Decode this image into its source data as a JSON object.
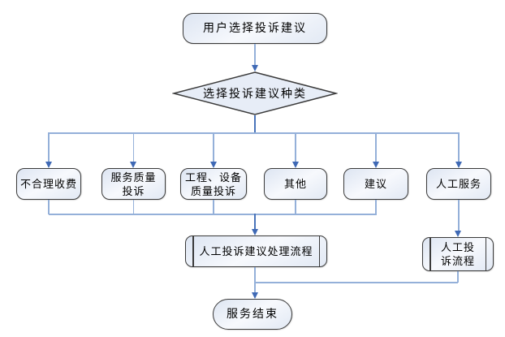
{
  "flowchart": {
    "start": "用户选择投诉建议",
    "decision": "选择投诉建议种类",
    "categories": [
      {
        "lines": [
          "不合理收费"
        ]
      },
      {
        "lines": [
          "服务质量",
          "投诉"
        ]
      },
      {
        "lines": [
          "工程、设备",
          "质量投诉"
        ]
      },
      {
        "lines": [
          "其他"
        ]
      },
      {
        "lines": [
          "建议"
        ]
      },
      {
        "lines": [
          "人工服务"
        ]
      }
    ],
    "manual_handling_process": "人工投诉建议处理流程",
    "manual_complaint_process": {
      "lines": [
        "人工投",
        "诉流程"
      ]
    },
    "end": "服务结束"
  },
  "colors": {
    "connector": "#94b0d9",
    "trunk": "#4a74ba",
    "arrowhead": "#3f69b5",
    "node_border": "#3b3b3b",
    "node_fill": "#e7edf7",
    "background": "#ffffff"
  }
}
